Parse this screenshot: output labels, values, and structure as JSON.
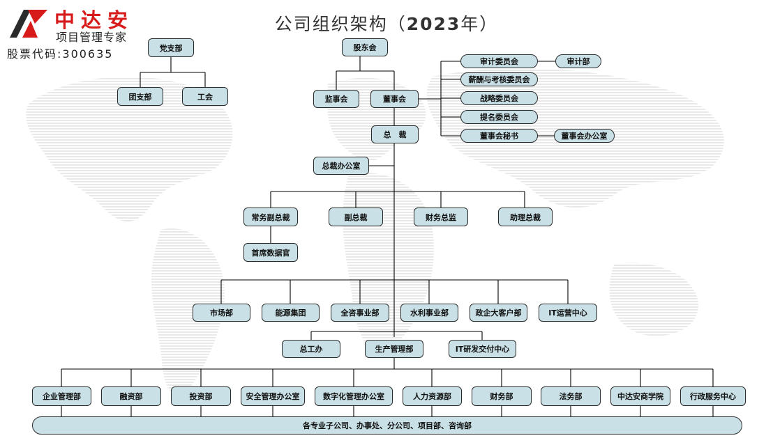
{
  "logo": {
    "company": "中达安",
    "tagline": "项目管理专家",
    "stock": "股票代码:300635",
    "brand_color": "#d71a1a"
  },
  "title": {
    "text": "公司组织架构（",
    "year": "2023",
    "suffix": "年）"
  },
  "colors": {
    "box_fill": "#c9e1e6",
    "box_border": "#2b2b2b",
    "line": "#000000"
  },
  "nodes": {
    "party_branch": "党支部",
    "youth_league": "团支部",
    "union": "工会",
    "shareholders": "股东会",
    "supervisors": "监事会",
    "board": "董事会",
    "audit_committee": "审计委员会",
    "audit_dept": "审计部",
    "compensation_committee": "薪酬与考核委员会",
    "strategy_committee": "战略委员会",
    "nomination_committee": "提名委员会",
    "board_secretary": "董事会秘书",
    "board_office": "董事会办公室",
    "president": "总　裁",
    "president_office": "总裁办公室",
    "executive_vp": "常务副总裁",
    "vice_president": "副总裁",
    "cfo": "财务总监",
    "assistant_president": "助理总裁",
    "chief_data_officer": "首席数据官",
    "business_units": [
      "市场部",
      "能源集团",
      "全咨事业部",
      "水利事业部",
      "政企大客户部",
      "IT运营中心"
    ],
    "chief_engineer": "总工办",
    "production_mgmt": "生产管理部",
    "it_rd_delivery": "IT研发交付中心",
    "functional_depts": [
      "企业管理部",
      "融资部",
      "投资部",
      "安全管理办公室",
      "数字化管理办公室",
      "人力资源部",
      "财务部",
      "法务部",
      "中达安商学院",
      "行政服务中心"
    ],
    "subsidiaries": "各专业子公司、办事处、分公司、项目部、咨询部"
  }
}
